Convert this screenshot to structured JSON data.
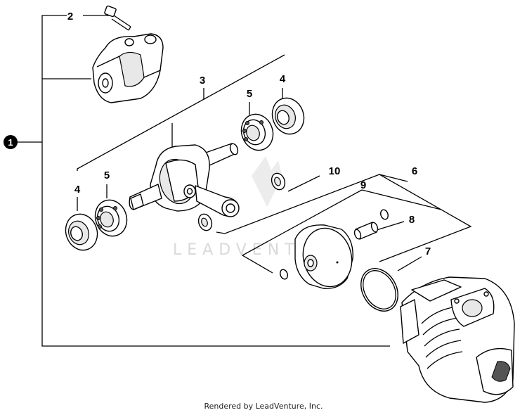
{
  "watermark": "LEADVENTURE",
  "credit": "Rendered by LeadVenture, Inc.",
  "callouts": {
    "c1": "1",
    "c2": "2",
    "c3": "3",
    "c4a": "4",
    "c4b": "4",
    "c5a": "5",
    "c5b": "5",
    "c6": "6",
    "c7": "7",
    "c8": "8",
    "c9": "9",
    "c10": "10"
  }
}
